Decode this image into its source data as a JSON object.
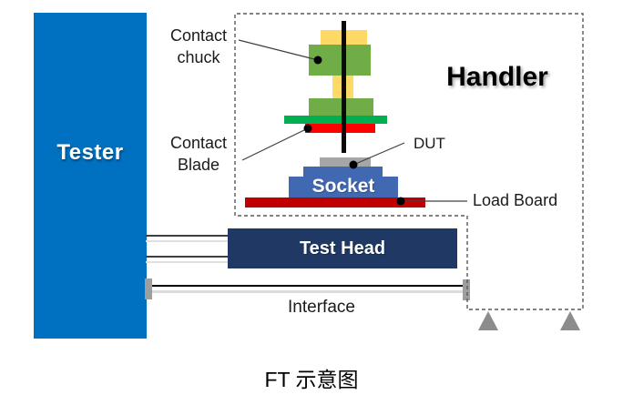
{
  "diagram": {
    "caption": "FT 示意图",
    "tester": {
      "label": "Tester"
    },
    "handler": {
      "label": "Handler"
    },
    "test_head": {
      "label": "Test Head"
    },
    "interface": {
      "label": "Interface"
    },
    "socket": {
      "label": "Socket"
    },
    "dut": {
      "label": "DUT"
    },
    "load_board": {
      "label": "Load Board"
    },
    "contact_chuck": {
      "line1": "Contact",
      "line2": "chuck"
    },
    "contact_blade": {
      "line1": "Contact",
      "line2": "Blade"
    }
  },
  "colors": {
    "tester_blue": "#0070C0",
    "test_head_navy": "#1F3864",
    "socket_blue": "#4169B2",
    "load_board_red": "#C00000",
    "blade_red": "#FF0000",
    "chuck_green": "#70AD47",
    "contact_bar_green": "#00B050",
    "chuck_yellow": "#FFD966",
    "dut_gray": "#A6A6A6",
    "connector_gray": "#9E9E9E",
    "triangle_gray": "#8C8C8C",
    "needle_black": "#0A0A0A",
    "rail_dark": "#3F3F3F",
    "rail_light": "#E0E0E0",
    "cable_black": "#000000",
    "cable_light": "#DCDCDC"
  }
}
